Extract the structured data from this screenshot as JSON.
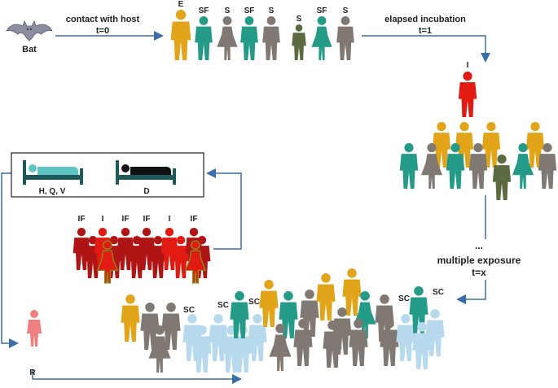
{
  "colors": {
    "exposed": "#e2a419",
    "susceptible": "#807872",
    "susceptible_female": "#5c6b3f",
    "super_spreader": "#239b88",
    "infected": "#e11b12",
    "infected_fatal": "#b01515",
    "super_carrier": "#b7d9ee",
    "recovered": "#f08080",
    "bed": "#1e5a5a",
    "arrow": "#3a6ea8"
  },
  "bat": {
    "label": "Bat",
    "icon": "bat-icon"
  },
  "arrows": {
    "contact": {
      "label": "contact with host",
      "time": "t=0"
    },
    "incubation": {
      "label": "elapsed incubation",
      "time": "t=1"
    },
    "exposure": {
      "ellipsis": "...",
      "label": "multiple exposure",
      "time": "t=x"
    }
  },
  "group1": {
    "labels": [
      "E",
      "SF",
      "S",
      "SF",
      "S",
      "S",
      "SF",
      "S"
    ]
  },
  "infected_single": {
    "label": "I"
  },
  "infected_group": {
    "labels": [
      "IF",
      "I",
      "IF",
      "IF",
      "I",
      "IF"
    ]
  },
  "outcome_box": {
    "hospital_label": "H, Q, V",
    "death_label": "D"
  },
  "super_carriers": {
    "labels": [
      "SC",
      "SC",
      "SC",
      "SC",
      "SC"
    ]
  },
  "recovered": {
    "label": "R"
  }
}
